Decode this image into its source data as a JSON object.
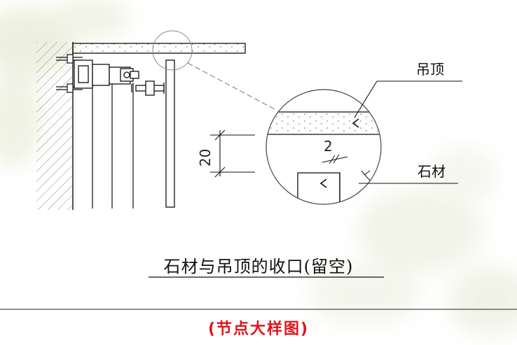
{
  "labels": {
    "ceiling": "吊顶",
    "stone": "石材",
    "dim_main": "20",
    "dim_detail": "2"
  },
  "title": "石材与吊顶的收口(留空)",
  "subtitle": "(节点大样图)",
  "colors": {
    "line": "#111111",
    "subtitle": "#e0141a",
    "wash": "#e9ecd9"
  }
}
